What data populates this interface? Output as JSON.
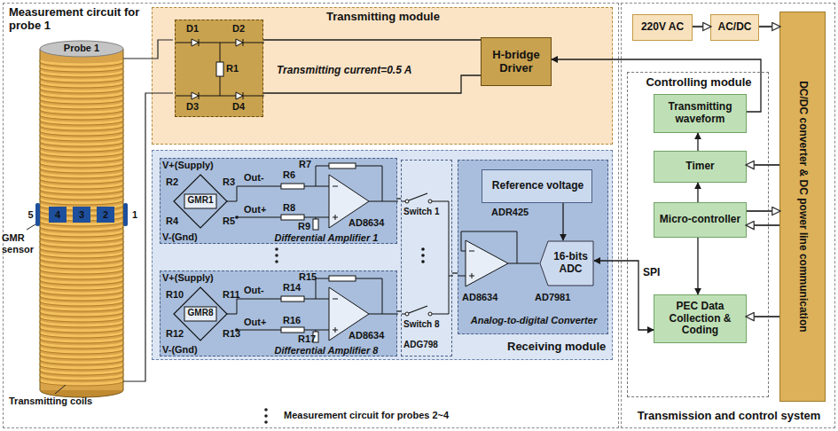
{
  "diagram": {
    "nodes": [
      {
        "text": [
          "Measurement circuit for probe 1"
        ]
      },
      {
        "text": [
          "Transmitting module",
          "Transmitting current=0.5 A"
        ],
        "in": 0
      },
      {
        "text": [
          "D1",
          "D2",
          "R1",
          "D3",
          "D4"
        ],
        "in": 1
      },
      {
        "text": [
          "H-bridge Driver"
        ],
        "in": 1
      },
      {
        "text": [
          "Receiving module"
        ],
        "in": 0
      },
      {
        "text": [
          "V+(Supply)",
          "R2",
          "R3",
          "GMR1",
          "R4",
          "R5",
          "V-(Gnd)",
          "Out-",
          "R6",
          "R7",
          "Out+",
          "R8",
          "R9",
          "AD8634",
          "Differential Amplifier 1"
        ],
        "in": 4
      },
      {
        "text": [
          "V+(Supply)",
          "R10",
          "R11",
          "GMR8",
          "R12",
          "R13",
          "V-(Gnd)",
          "Out-",
          "R14",
          "R15",
          "Out+",
          "R16",
          "R17",
          "AD8634",
          "Differential Amplifier 8"
        ],
        "in": 4
      },
      {
        "text": [
          "Switch 1",
          "Switch 8",
          "ADG798"
        ],
        "in": 4
      },
      {
        "text": [
          "AD8634",
          "AD7981",
          "Analog-to-digital Converter"
        ],
        "in": 4
      },
      {
        "text": [
          "Reference voltage",
          "ADR425"
        ],
        "in": 8
      },
      {
        "text": [
          "16-bits ADC"
        ],
        "in": 8
      },
      {
        "text": [
          "Transmission and control system"
        ]
      },
      {
        "text": [
          "220V AC"
        ],
        "in": 11
      },
      {
        "text": [
          "AC/DC"
        ],
        "in": 11
      },
      {
        "text": [
          "DC/DC converter & DC power line communication"
        ],
        "in": 11
      },
      {
        "text": [
          "Controlling module"
        ],
        "in": 11
      },
      {
        "text": [
          "Transmitting waveform"
        ],
        "in": 15
      },
      {
        "text": [
          "Timer"
        ],
        "in": 15
      },
      {
        "text": [
          "Micro-controller"
        ],
        "in": 15
      },
      {
        "text": [
          "PEC Data Collection & Coding"
        ],
        "in": 15
      }
    ],
    "edges": [
      {
        "from": 2,
        "to": 3,
        "arrow": "none"
      },
      {
        "from": 2,
        "to": 3,
        "arrow": "none"
      },
      {
        "from": 16,
        "to": 3,
        "arrow": "to"
      },
      {
        "from": 17,
        "to": 16,
        "arrow": "to"
      },
      {
        "from": 18,
        "to": 17,
        "arrow": "to"
      },
      {
        "from": 18,
        "to": 19,
        "arrow": "to"
      },
      {
        "from": 12,
        "to": 13,
        "arrow": "to"
      },
      {
        "from": 13,
        "to": 14,
        "arrow": "to"
      },
      {
        "from": 14,
        "to": 17,
        "arrow": "to"
      },
      {
        "from": 18,
        "to": 14,
        "arrow": "to"
      },
      {
        "from": 14,
        "to": 18,
        "arrow": "to"
      },
      {
        "from": 14,
        "to": 19,
        "arrow": "to"
      },
      {
        "from": 10,
        "to": 19,
        "label": "SPI",
        "arrow": "both"
      },
      {
        "from": 5,
        "to": 7,
        "arrow": "none"
      },
      {
        "from": 6,
        "to": 7,
        "arrow": "none"
      },
      {
        "from": 7,
        "to": 8,
        "arrow": "none"
      },
      {
        "from": 9,
        "to": 10,
        "arrow": "to"
      }
    ],
    "labels": [
      "Probe 1",
      "5",
      "4",
      "3",
      "2",
      "1",
      "GMR sensor",
      "Transmitting coils",
      "Measurement circuit for probes 2~4"
    ]
  }
}
